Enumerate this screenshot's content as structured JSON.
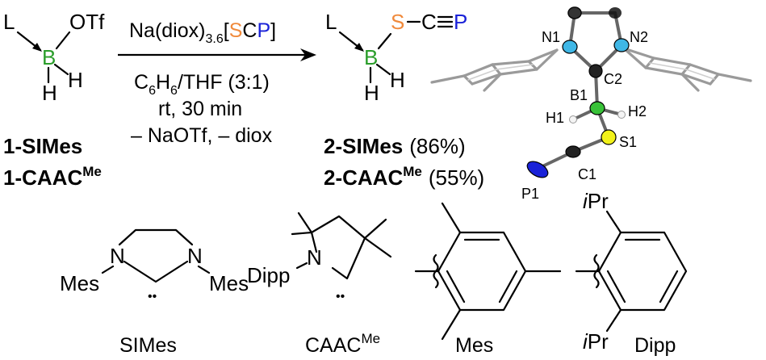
{
  "scheme": {
    "reactant": {
      "L": "L",
      "B": "B",
      "OTf": "OTf",
      "H_left": "H",
      "H_right": "H"
    },
    "reagent": {
      "line1_prefix": "Na(diox)",
      "line1_sub": "3.6",
      "line1_open": "[",
      "S": "S",
      "C": "C",
      "P": "P",
      "line1_close": "]",
      "solvent_C": "C",
      "solvent_sub": "6",
      "solvent_rest": "H",
      "solvent_sub2": "6",
      "solvent_tail": "/THF (3:1)",
      "conditions": "rt, 30 min",
      "byproducts": "– NaOTf, – diox"
    },
    "product": {
      "L": "L",
      "B": "B",
      "S": "S",
      "C": "C",
      "P": "P",
      "H_left": "H",
      "H_right": "H"
    },
    "start_labels": [
      {
        "main": "1-SIMes",
        "sup": ""
      },
      {
        "main": "1-CAAC",
        "sup": "Me"
      }
    ],
    "product_labels": [
      {
        "main": "2-SIMes",
        "sup": "",
        "yield": "(86%)"
      },
      {
        "main": "2-CAAC",
        "sup": "Me",
        "yield": "(55%)"
      }
    ]
  },
  "crystal": {
    "atoms": {
      "N1": "N1",
      "N2": "N2",
      "C2": "C2",
      "B1": "B1",
      "H1": "H1",
      "H2": "H2",
      "S1": "S1",
      "C1": "C1",
      "P1": "P1"
    }
  },
  "ligands": {
    "simes": {
      "N_left": "N",
      "N_right": "N",
      "sub_left": "Mes",
      "sub_right": "Mes",
      "dots": "••",
      "caption": "SIMes"
    },
    "caac": {
      "N": "N",
      "sub": "Dipp",
      "dots": "••",
      "caption_main": "CAAC",
      "caption_sup": "Me"
    },
    "mes": {
      "caption": "Mes"
    },
    "dipp": {
      "top": "iPr",
      "bottom": "iPr",
      "i": "i",
      "Pr": "Pr",
      "caption": "Dipp"
    }
  },
  "colors": {
    "boron": "#2a9d2a",
    "sulfur": "#f08a3c",
    "phosphorus": "#1a22d8",
    "nitrogen": "#3fb7e6",
    "sulfur_atom": "#f2f21a"
  }
}
